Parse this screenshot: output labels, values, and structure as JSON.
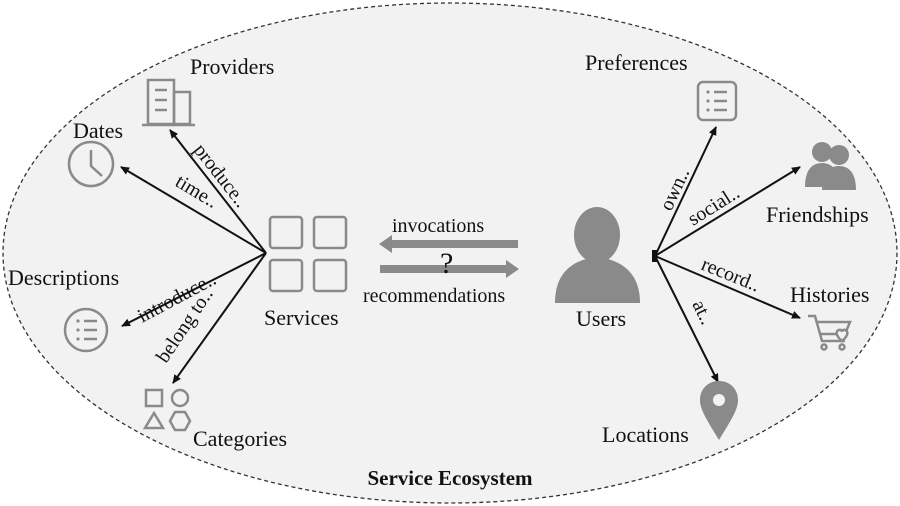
{
  "title": "Service Ecosystem",
  "nodes": {
    "services": "Services",
    "users": "Users",
    "providers": "Providers",
    "dates": "Dates",
    "descriptions": "Descriptions",
    "categories": "Categories",
    "preferences": "Preferences",
    "friendships": "Friendships",
    "histories": "Histories",
    "locations": "Locations"
  },
  "edges": {
    "produce": "produce..",
    "time": "time..",
    "introduce": "introduce..",
    "belong_to": "belong to..",
    "own": "own..",
    "social": "social..",
    "record": "record..",
    "at": "at.."
  },
  "center": {
    "invocations": "invocations",
    "question": "?",
    "recommendations": "recommendations"
  },
  "icons": [
    "building-icon",
    "clock-icon",
    "list-circle-icon",
    "shapes-icon",
    "grid-icon",
    "user-icon",
    "list-square-icon",
    "group-icon",
    "cart-heart-icon",
    "location-pin-icon"
  ],
  "colors": {
    "icon": "#8a8a8a",
    "background": "#f2f2f2",
    "line": "#111111"
  }
}
